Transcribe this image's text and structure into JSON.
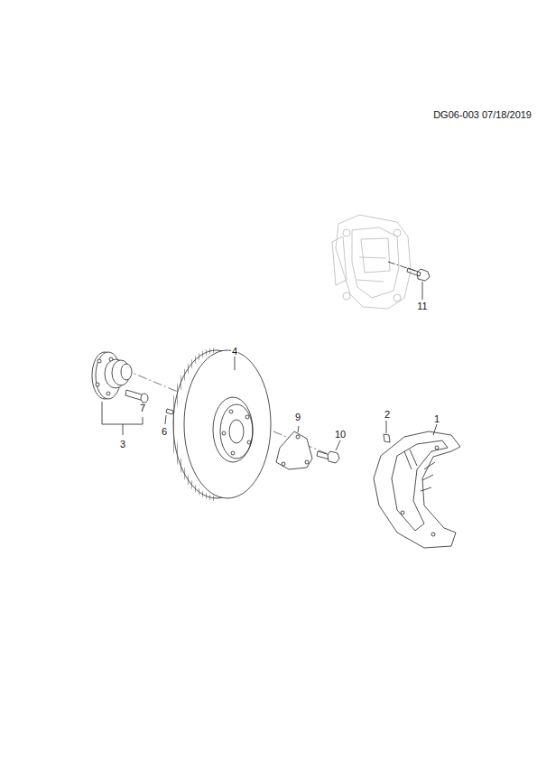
{
  "diagram": {
    "labels": [
      "DG06-003 07/18/2019",
      "11",
      "4",
      "7",
      "3",
      "6",
      "9",
      "10",
      "2",
      "1"
    ]
  }
}
